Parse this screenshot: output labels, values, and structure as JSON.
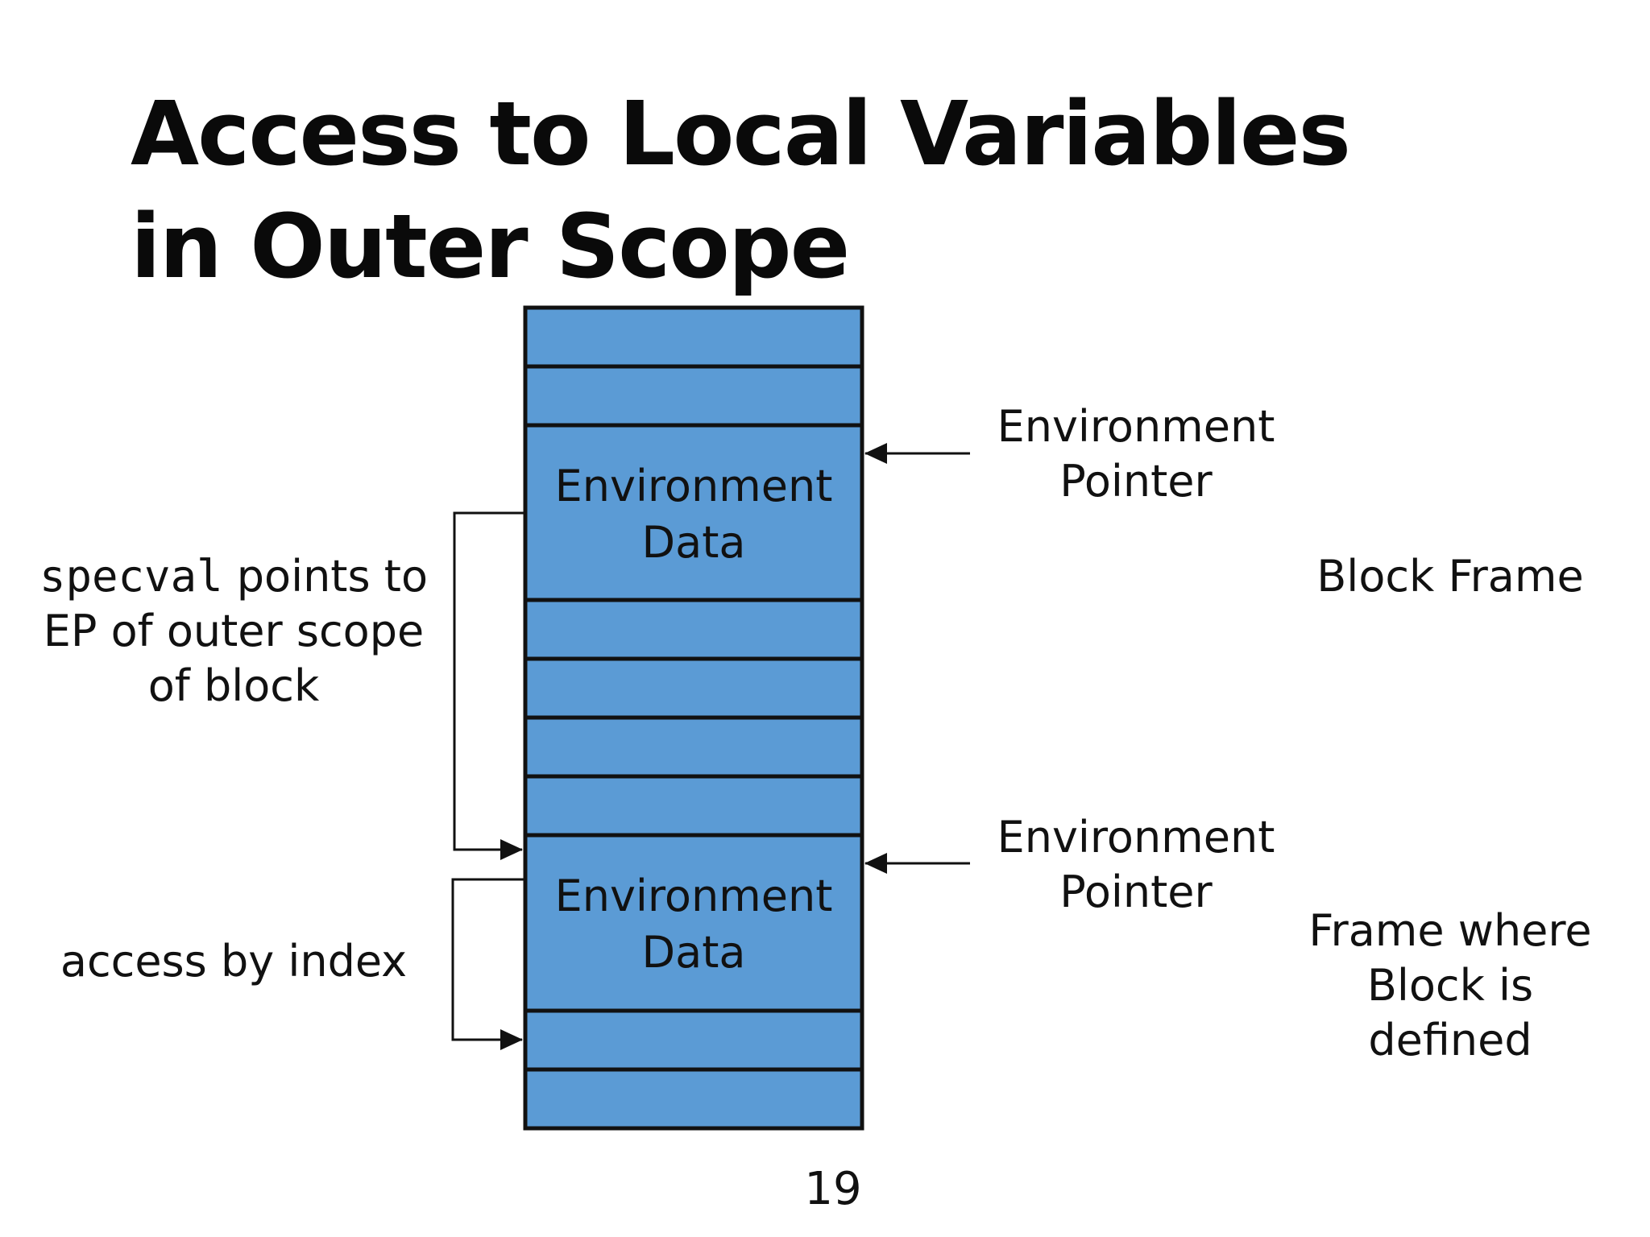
{
  "slide": {
    "title_lines": [
      "Access to Local Variables",
      "in Outer Scope"
    ],
    "page_number": "19"
  },
  "stack": {
    "fill_color": "#5b9bd5",
    "border_color": "#111111",
    "upper_env": {
      "line1": "Environment",
      "line2": "Data"
    },
    "lower_env": {
      "line1": "Environment",
      "line2": "Data"
    }
  },
  "labels": {
    "ep_upper": [
      "Environment",
      "Pointer"
    ],
    "ep_lower": [
      "Environment",
      "Pointer"
    ],
    "block_frame": "Block Frame",
    "defining_frame": [
      "Frame where",
      "Block is",
      "defined"
    ],
    "specval_code": "specval",
    "specval_rest": " points to",
    "specval_lines": [
      "EP of outer scope",
      "of block"
    ],
    "access_by_index": "access by index"
  }
}
